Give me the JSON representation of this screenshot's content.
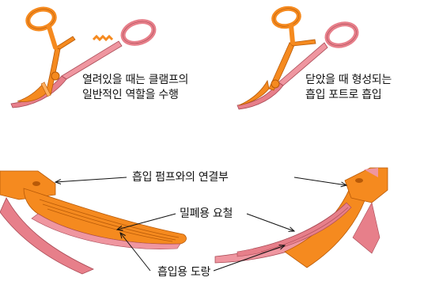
{
  "captions": {
    "open": [
      "열려있을 때는 클램프의",
      "일반적인 역할을 수행"
    ],
    "closed": [
      "닫았을 때 형성되는",
      "흡입 포트로 흡입"
    ]
  },
  "labels": {
    "connection": "흡입 펌프와의 연결부",
    "seal_groove": "밀폐용 요철",
    "suction_channel": "흡입용 도랑"
  },
  "colors": {
    "orange": "#f58a1f",
    "orange_dark": "#b85a08",
    "pink": "#e77f8a",
    "pink_dark": "#a94a55"
  }
}
